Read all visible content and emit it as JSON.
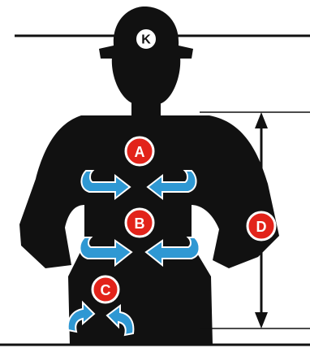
{
  "markers": {
    "head": "K",
    "chest": "A",
    "waist": "B",
    "hips": "C",
    "height": "D"
  },
  "colors": {
    "silhouette": "#111111",
    "badge_red": "#e2231a",
    "arrow_blue": "#2f98d3",
    "line": "#111111",
    "background": "#ffffff"
  }
}
